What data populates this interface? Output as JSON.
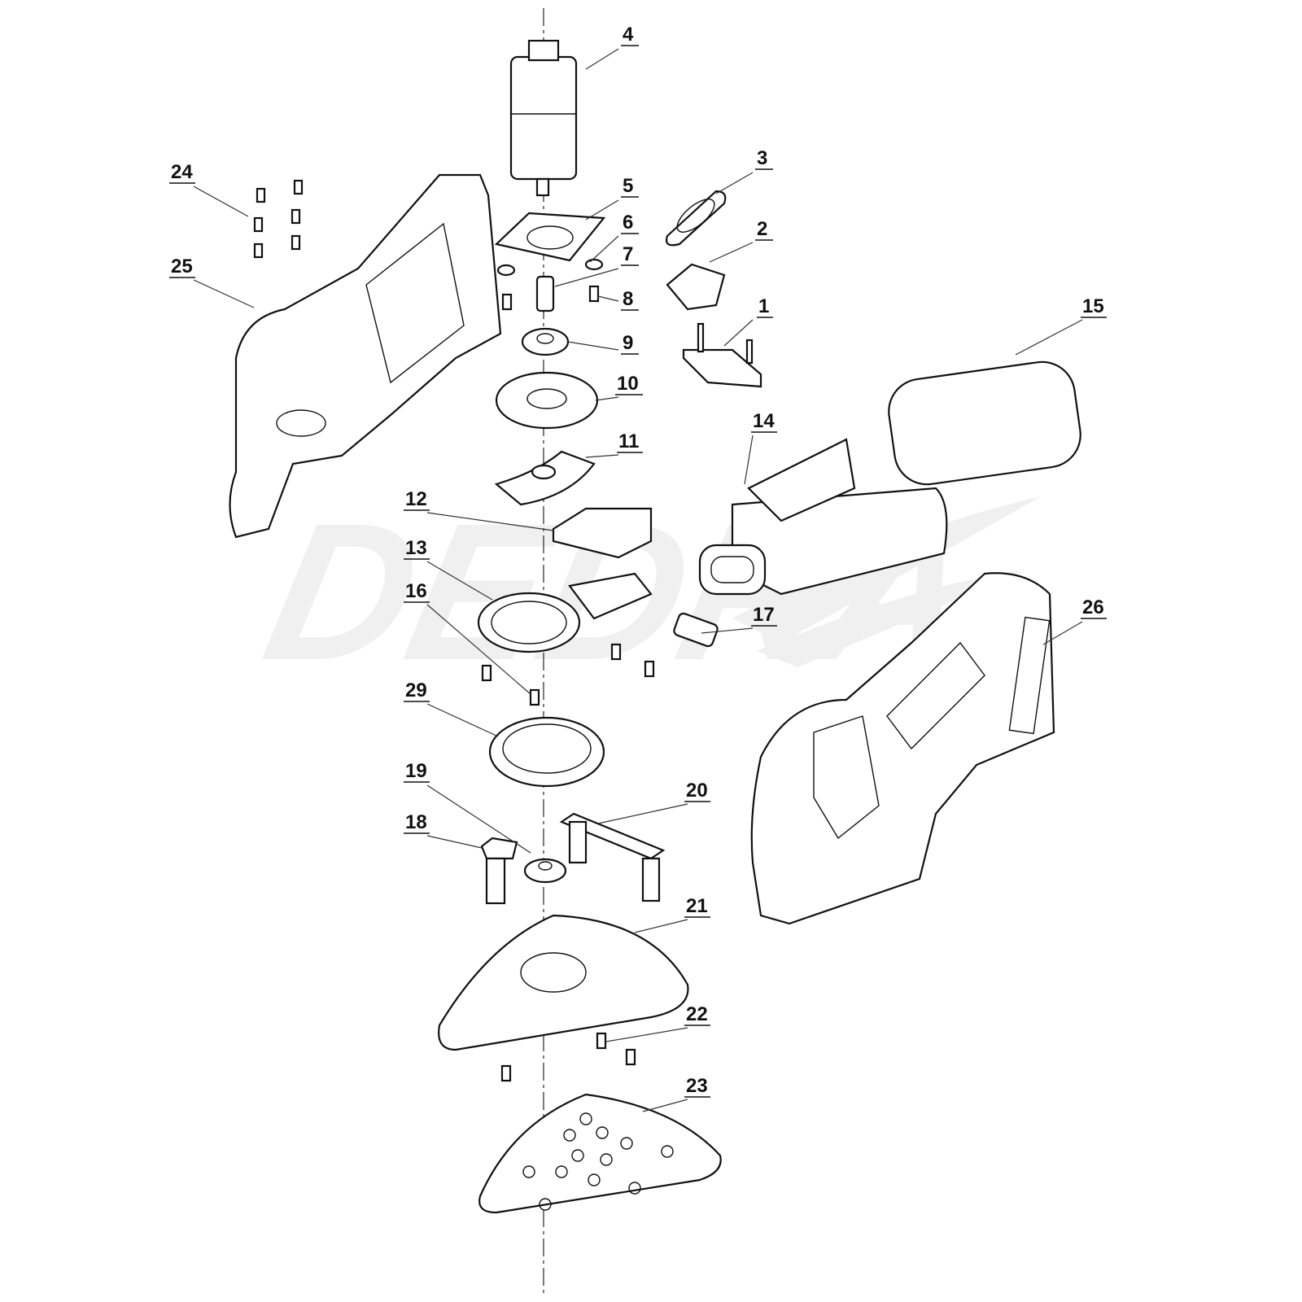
{
  "diagram": {
    "watermark": "DEDRA",
    "parts": [
      {
        "id": "1",
        "label": "1"
      },
      {
        "id": "2",
        "label": "2"
      },
      {
        "id": "3",
        "label": "3"
      },
      {
        "id": "4",
        "label": "4"
      },
      {
        "id": "5",
        "label": "5"
      },
      {
        "id": "6",
        "label": "6"
      },
      {
        "id": "7",
        "label": "7"
      },
      {
        "id": "8",
        "label": "8"
      },
      {
        "id": "9",
        "label": "9"
      },
      {
        "id": "10",
        "label": "10"
      },
      {
        "id": "11",
        "label": "11"
      },
      {
        "id": "12",
        "label": "12"
      },
      {
        "id": "13",
        "label": "13"
      },
      {
        "id": "14",
        "label": "14"
      },
      {
        "id": "15",
        "label": "15"
      },
      {
        "id": "16",
        "label": "16"
      },
      {
        "id": "17",
        "label": "17"
      },
      {
        "id": "18",
        "label": "18"
      },
      {
        "id": "19",
        "label": "19"
      },
      {
        "id": "20",
        "label": "20"
      },
      {
        "id": "21",
        "label": "21"
      },
      {
        "id": "22",
        "label": "22"
      },
      {
        "id": "23",
        "label": "23"
      },
      {
        "id": "24",
        "label": "24"
      },
      {
        "id": "25",
        "label": "25"
      },
      {
        "id": "26",
        "label": "26"
      },
      {
        "id": "29",
        "label": "29"
      }
    ]
  }
}
